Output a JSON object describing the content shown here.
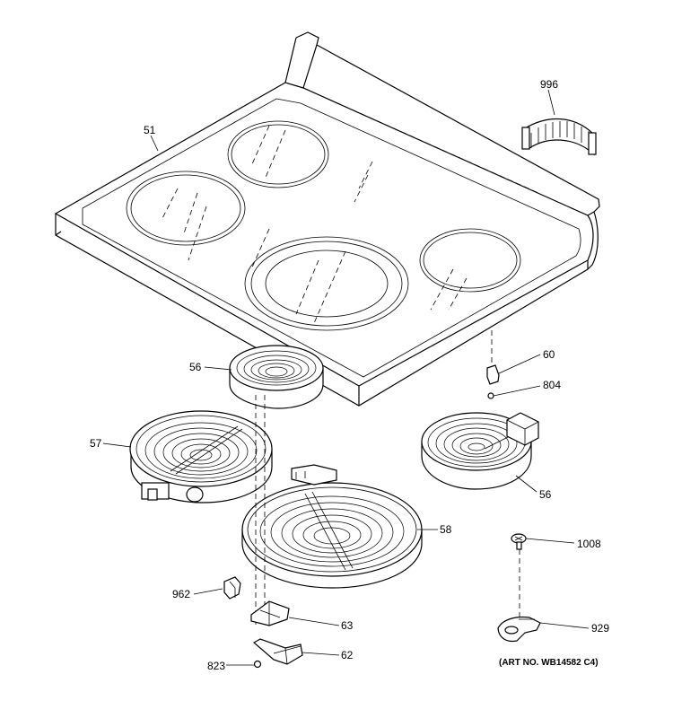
{
  "callouts": {
    "c51": "51",
    "c996": "996",
    "c60": "60",
    "c804": "804",
    "c56a": "56",
    "c56b": "56",
    "c57": "57",
    "c58": "58",
    "c1008": "1008",
    "c962": "962",
    "c63": "63",
    "c929": "929",
    "c823": "823",
    "c62": "62"
  },
  "art_number": "(ART NO. WB14582 C4)"
}
